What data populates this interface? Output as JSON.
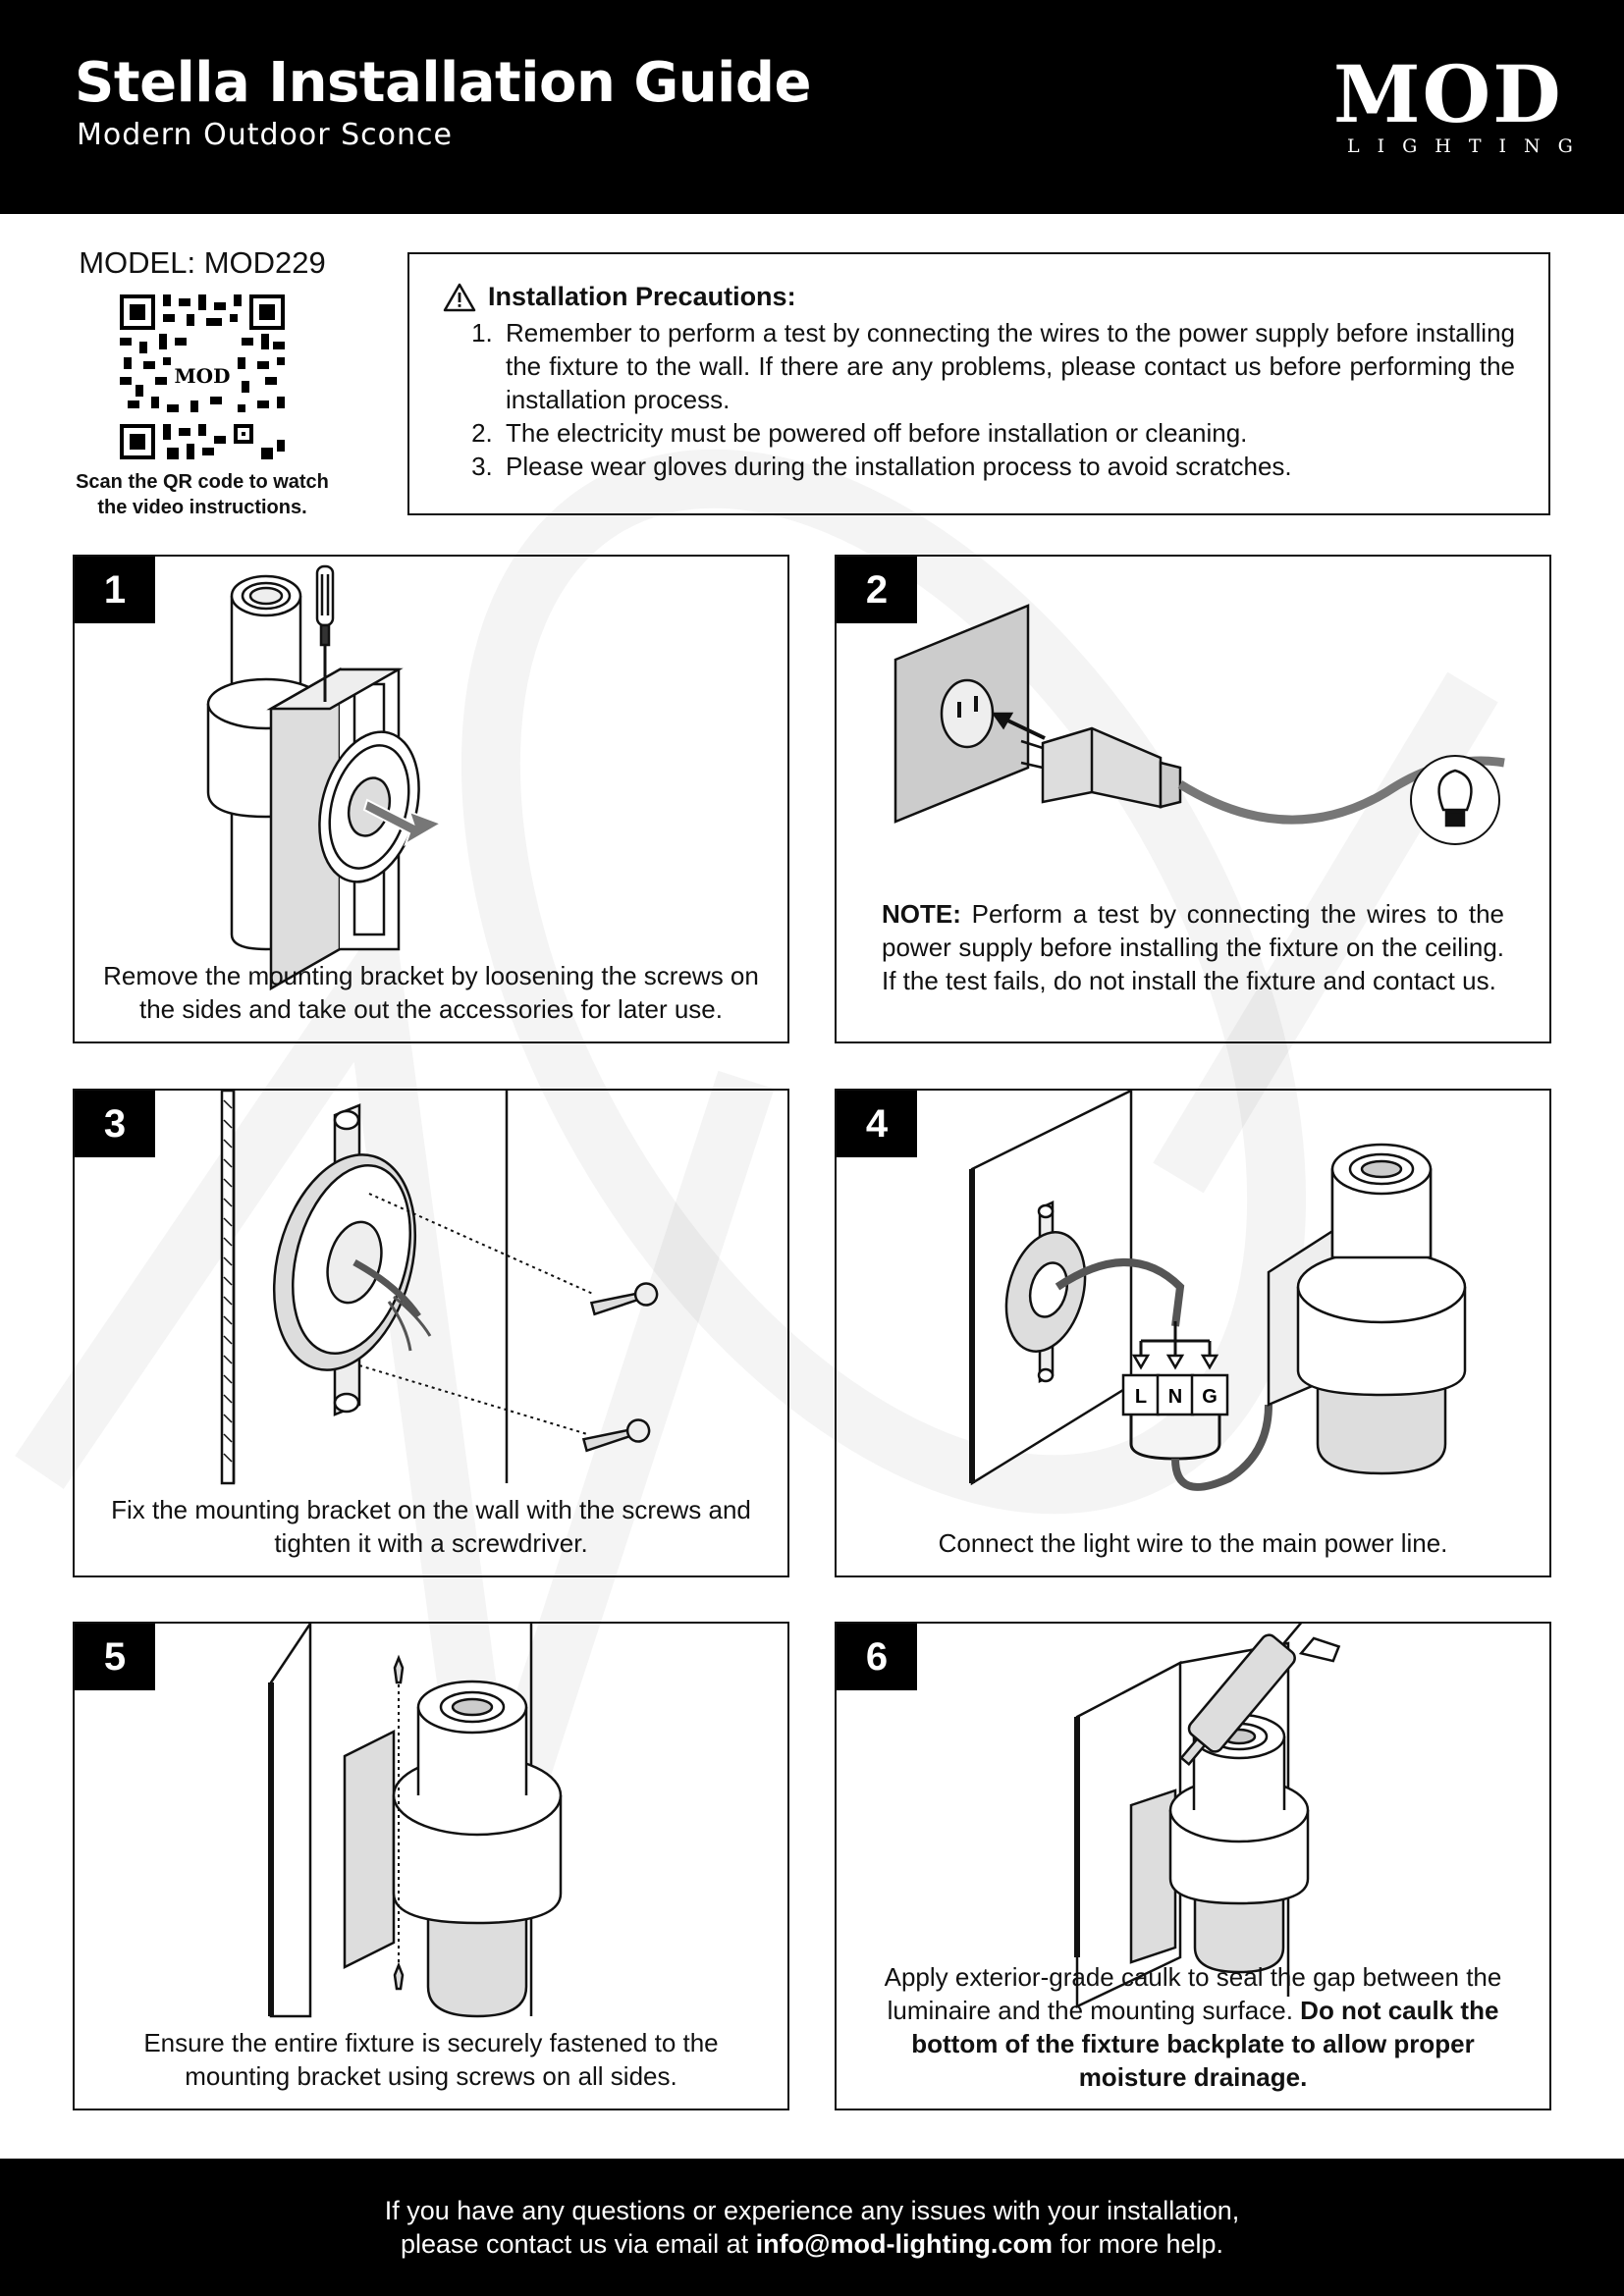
{
  "header": {
    "title": "Stella Installation Guide",
    "subtitle": "Modern Outdoor Sconce",
    "logo_main": "MOD",
    "logo_sub": "LIGHTING"
  },
  "model": {
    "label": "MODEL: MOD229",
    "qr_text": "MOD",
    "scan_line1": "Scan the QR code to watch",
    "scan_line2": "the video instructions."
  },
  "precautions": {
    "title": "Installation Precautions:",
    "items": [
      "Remember to perform a test by connecting the wires to the power supply before installing the fixture to the wall. If there are any problems, please contact us before performing the installation process.",
      "The electricity must be powered off before installation or cleaning.",
      "Please wear gloves during the installation process to avoid scratches."
    ]
  },
  "steps": [
    {
      "num": "1",
      "text": "Remove the mounting bracket by loosening the screws on the sides and take out the accessories for later use."
    },
    {
      "num": "2",
      "note_label": "NOTE:",
      "text": "Perform a test by connecting the wires to the power supply before installing the fixture on the ceiling. If the test fails, do not install the fixture and contact us."
    },
    {
      "num": "3",
      "text": "Fix the mounting bracket on the wall with the screws and tighten it with a screwdriver."
    },
    {
      "num": "4",
      "text": "Connect the light wire to the main power line.",
      "terminals": [
        "L",
        "N",
        "G"
      ]
    },
    {
      "num": "5",
      "text": "Ensure the entire fixture is securely fastened to the mounting bracket using screws on all sides."
    },
    {
      "num": "6",
      "text": "Apply exterior-grade caulk to seal the gap between the luminaire and the mounting surface.",
      "bold_text": "Do not caulk the bottom of the fixture backplate to allow proper moisture drainage."
    }
  ],
  "footer": {
    "line1": "If you have any questions or experience any issues with your installation,",
    "line2_prefix": "please contact us via email at",
    "email": "info@mod-lighting.com",
    "line2_suffix": "for more help."
  }
}
